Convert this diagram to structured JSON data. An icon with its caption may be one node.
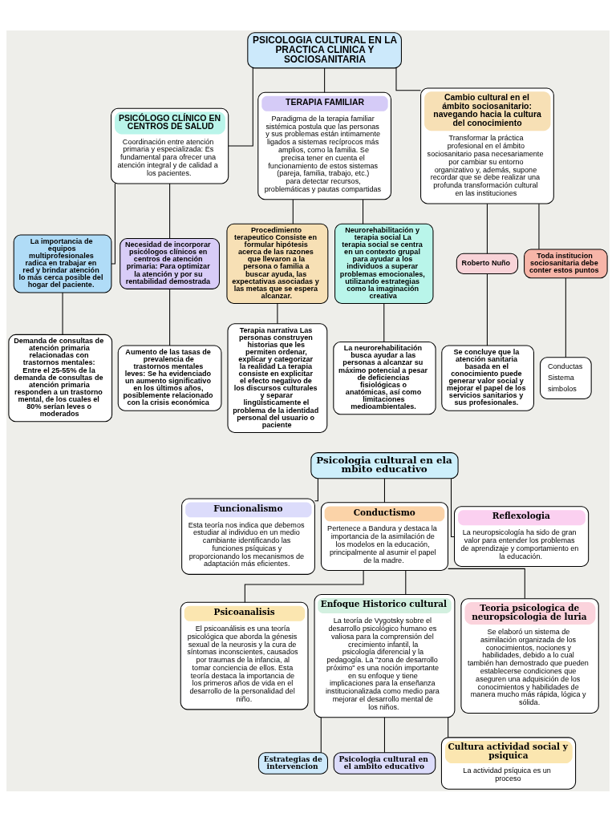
{
  "diagram": {
    "nodes": [
      {
        "text": [
          "PSICOLOGIA CULTURAL EN LA PRACTICA CLINICA Y SOCIOSANITARIA"
        ]
      },
      {
        "text": [
          "PSICÓLOGO CLÍNICO EN CENTROS DE SALUD",
          "Coordinación entre atención primaria y especializada: Es fundamental para ofrecer una atención integral y de calidad a los pacientes."
        ]
      },
      {
        "text": [
          "TERAPIA FAMILIAR",
          "Paradigma de la terapia familiar sistémica postula que las personas y sus problemas están intimamente ligados a sistemas recíprocos más amplios, como la familia. Se precisa tener en cuenta el funcionamiento de estos sistemas (pareja, familia, trabajo, etc.) para detectar recursos, problemáticas y pautas compartidas"
        ]
      },
      {
        "text": [
          "Cambio cultural en el ámbito sociosanitario: navegando hacia la cultura del conocimiento",
          "Transformar la práctica profesional en el ámbito sociosanitario pasa necesariamente por cambiar su entorno organizativo y, además, supone recordar que se debe realizar una profunda transformación cultural en las instituciones"
        ]
      },
      {
        "text": [
          "La importancia de equipos multiprofesionales radica en trabajar en red y brindar atención lo más cerca posible del hogar del paciente."
        ]
      },
      {
        "text": [
          "Necesidad de incorporar psicólogos clínicos en centros de atención primaria: Para optimizar la atención y por su rentabilidad demostrada"
        ]
      },
      {
        "text": [
          "Procedimiento terapeutico Consiste en formular hipótesis acerca de las razones que llevaron a la persona o familia a buscar ayuda, las expectativas asociadas y las metas que se espera alcanzar."
        ]
      },
      {
        "text": [
          "Neurorehabilitación y terapia social La terapia social se centra en un contexto grupal para ayudar a los individuos a superar problemas emocionales, utilizando estrategias como la imaginación creativa"
        ]
      },
      {
        "text": [
          "Roberto Nuño"
        ]
      },
      {
        "text": [
          "Toda institucion sociosanitaria debe conter estos puntos"
        ]
      },
      {
        "text": [
          "Demanda de consultas de atención primaria relacionadas con trastornos mentales: Entre el 25-55% de la demanda de consultas de atención primaria responden a un trastorno mental, de los cuales el 80% serían leves o moderados"
        ]
      },
      {
        "text": [
          "Aumento de las tasas de prevalencia de trastornos mentales leves: Se ha evidenciado un aumento significativo en los últimos años, posiblemente relacionado con la crisis económica"
        ]
      },
      {
        "text": [
          "Terapia narrativa Las personas construyen historias que les permiten ordenar, explicar y categorizar la realidad La terapia consiste en explicitar el efecto negativo de los discursos culturales y separar lingüísticamente el problema de la identidad personal del usuario o paciente"
        ]
      },
      {
        "text": [
          "La neurorehabilitación busca ayudar a las personas a alcanzar su máximo potencial a pesar de deficiencias fisiológicas o anatómicas, así como limitaciones medioambientales."
        ]
      },
      {
        "text": [
          "Se concluye que la atención sanitaria basada en el conocimiento puede generar valor social y mejorar el papel de los servicios sanitarios y sus profesionales."
        ]
      },
      {
        "text": [
          "Conductas",
          "Sistema",
          "simbolos"
        ]
      },
      {
        "text": [
          "Psicologia cultural en ela mbito educativo"
        ]
      },
      {
        "text": [
          "Funcionalismo",
          "Esta teoría nos indica que debemos estudiar al individuo en un medio cambiante identificando las funciones psíquicas y proporcionando los mecanismos de adaptación más eficientes."
        ]
      },
      {
        "text": [
          "Conductismo",
          "Pertenece a Bandura y destaca la importancia de la asimilación de los modelos en la educación, principalmente al asumir el papel de la madre."
        ]
      },
      {
        "text": [
          "Reflexologia",
          "La neuropsicología ha sido de gran valor para entender los problemas de aprendizaje y comportamiento en la educación."
        ]
      },
      {
        "text": [
          "Psicoanalisis",
          "El psicoanálisis es una teoría psicológica que aborda la génesis sexual de la neurosis y la cura de síntomas inconscientes, causados por traumas de la infancia, al tomar conciencia de ellos. Esta teoría destaca la importancia de los primeros años de vida en el desarrollo de la personalidad del niño."
        ]
      },
      {
        "text": [
          "Enfoque Historico cultural",
          "La teoría de Vygotsky sobre el desarrollo psicológico humano es valiosa para la comprensión del crecimiento infantil, la psicología diferencial y la pedagogía. La \"zona de desarrollo próximo\" es una noción importante en su enfoque y tiene implicaciones para la enseñanza institucionalizada como medio para mejorar el desarrollo mental de los niños."
        ]
      },
      {
        "text": [
          "Teoria psicologica de neuropsicologia de luria",
          "Se elaboró un sistema de asimilación organizada de los conocimientos, nociones y habilidades, debido a lo cual también han demostrado que pueden establecerse condiciones que aseguren una adquisición de los conocimientos y habilidades de manera mucho más rápida, lógica y sólida."
        ]
      },
      {
        "text": [
          "Estrategias de intervencion"
        ]
      },
      {
        "text": [
          "Psicologia cultural en el ambito educativo"
        ]
      },
      {
        "text": [
          "Cultura actividad social y psiquica",
          "La actividad psíquica es un proceso"
        ]
      }
    ],
    "edges": [
      {
        "from": 0,
        "to": 1,
        "arrow": "none"
      },
      {
        "from": 0,
        "to": 2,
        "arrow": "none"
      },
      {
        "from": 0,
        "to": 3,
        "arrow": "none"
      },
      {
        "from": 1,
        "to": 4,
        "arrow": "none"
      },
      {
        "from": 1,
        "to": 5,
        "arrow": "none"
      },
      {
        "from": 2,
        "to": 6,
        "arrow": "none"
      },
      {
        "from": 2,
        "to": 7,
        "arrow": "none"
      },
      {
        "from": 3,
        "to": 8,
        "arrow": "none"
      },
      {
        "from": 3,
        "to": 9,
        "arrow": "none"
      },
      {
        "from": 4,
        "to": 10,
        "arrow": "none"
      },
      {
        "from": 5,
        "to": 11,
        "arrow": "none"
      },
      {
        "from": 6,
        "to": 12,
        "arrow": "none"
      },
      {
        "from": 7,
        "to": 13,
        "arrow": "none"
      },
      {
        "from": 8,
        "to": 14,
        "arrow": "none"
      },
      {
        "from": 9,
        "to": 15,
        "arrow": "none"
      },
      {
        "from": 16,
        "to": 17,
        "arrow": "none"
      },
      {
        "from": 16,
        "to": 18,
        "arrow": "none"
      },
      {
        "from": 16,
        "to": 19,
        "arrow": "none"
      },
      {
        "from": 18,
        "to": 20,
        "arrow": "none"
      },
      {
        "from": 18,
        "to": 21,
        "arrow": "none"
      },
      {
        "from": 18,
        "to": 22,
        "arrow": "none"
      },
      {
        "from": 21,
        "to": 23,
        "arrow": "none"
      },
      {
        "from": 21,
        "to": 24,
        "arrow": "none"
      },
      {
        "from": 21,
        "to": 25,
        "arrow": "none"
      }
    ]
  }
}
